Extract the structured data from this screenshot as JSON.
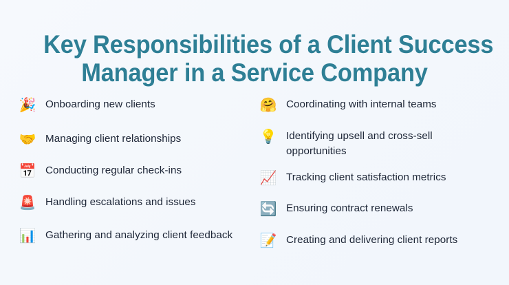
{
  "slide": {
    "background_color": "#f4f8fd",
    "title_color": "#2e7f95",
    "text_color": "#1c2536"
  },
  "title": {
    "line1": "Key Responsibilities of a Client Success",
    "line2": "Manager in a Service Company",
    "full": "Key Responsibilities of a Client Success Manager in a Service Company"
  },
  "columns": {
    "left": [
      {
        "icon": "🎉",
        "icon_name": "party-popper-icon",
        "label": "Onboarding new clients"
      },
      {
        "icon": "🤝",
        "icon_name": "handshake-icon",
        "label": "Managing client relationships"
      },
      {
        "icon": "📅",
        "icon_name": "calendar-icon",
        "label": "Conducting regular check-ins"
      },
      {
        "icon": "🚨",
        "icon_name": "rotating-light-icon",
        "label": "Handling escalations and issues"
      },
      {
        "icon": "📊",
        "icon_name": "bar-chart-icon",
        "label": "Gathering and analyzing client feedback"
      }
    ],
    "right": [
      {
        "icon": "🤗",
        "icon_name": "hugging-face-icon",
        "label": "Coordinating with internal teams"
      },
      {
        "icon": "💡",
        "icon_name": "light-bulb-icon",
        "label": "Identifying upsell and cross-sell opportunities"
      },
      {
        "icon": "📈",
        "icon_name": "chart-increasing-icon",
        "label": "Tracking client satisfaction metrics"
      },
      {
        "icon": "🔄",
        "icon_name": "arrows-counterclockwise-icon",
        "label": "Ensuring contract renewals"
      },
      {
        "icon": "📝",
        "icon_name": "memo-icon",
        "label": "Creating and delivering client reports"
      }
    ]
  }
}
